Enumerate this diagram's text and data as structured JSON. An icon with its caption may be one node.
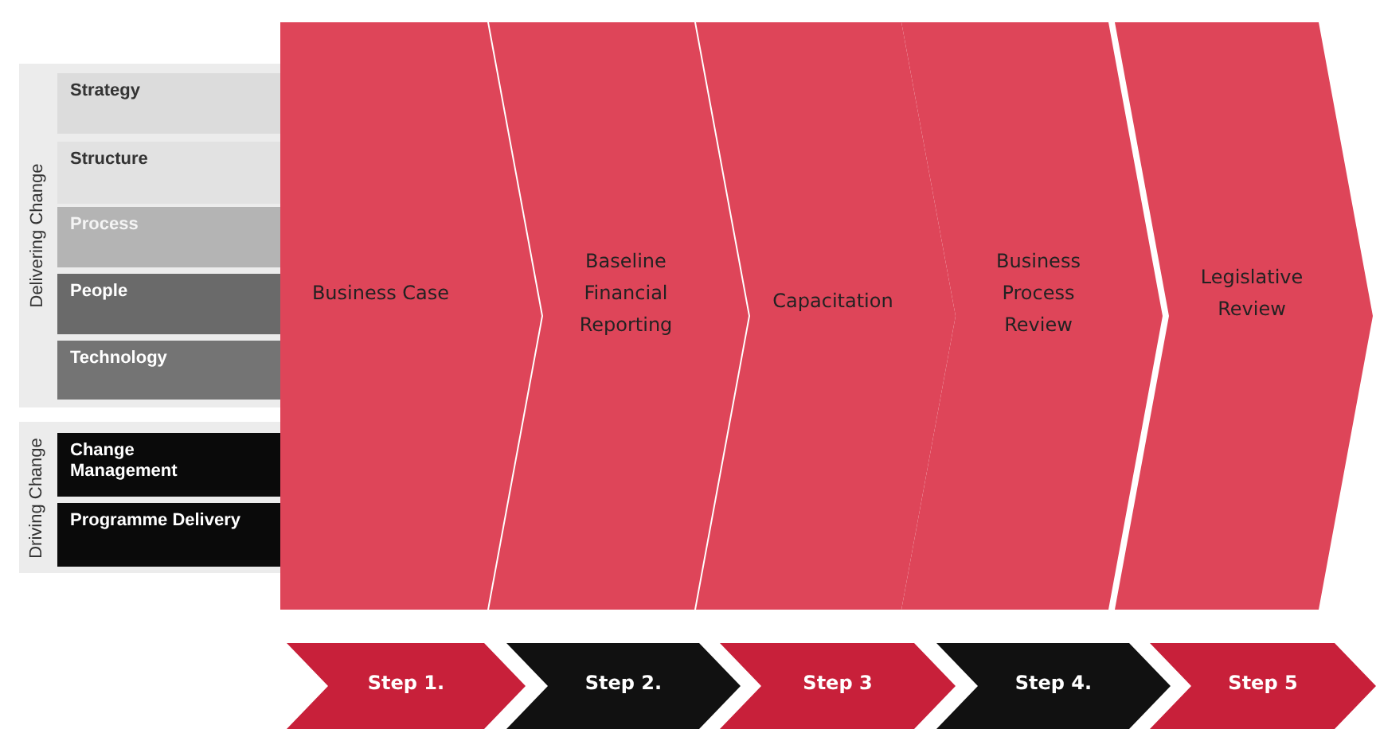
{
  "diagram": {
    "nodes": [
      {
        "text": [
          "Delivering Change"
        ]
      },
      {
        "text": [
          "Strategy"
        ],
        "in": 0
      },
      {
        "text": [
          "Structure"
        ],
        "in": 0
      },
      {
        "text": [
          "Process"
        ],
        "in": 0
      },
      {
        "text": [
          "People"
        ],
        "in": 0
      },
      {
        "text": [
          "Technology"
        ],
        "in": 0
      },
      {
        "text": [
          "Driving Change"
        ]
      },
      {
        "text": [
          "Change Management"
        ],
        "in": 6
      },
      {
        "text": [
          "Programme Delivery"
        ],
        "in": 6
      },
      {
        "text": [
          "Business Case"
        ]
      },
      {
        "text": [
          "Baseline Financial Reporting"
        ]
      },
      {
        "text": [
          "Capacitation"
        ]
      },
      {
        "text": [
          "Business Process Review"
        ]
      },
      {
        "text": [
          "Legislative Review"
        ]
      },
      {
        "text": [
          "Step 1."
        ]
      },
      {
        "text": [
          "Step 2."
        ]
      },
      {
        "text": [
          "Step 3"
        ]
      },
      {
        "text": [
          "Step 4."
        ]
      },
      {
        "text": [
          "Step 5"
        ]
      }
    ],
    "edges": []
  }
}
